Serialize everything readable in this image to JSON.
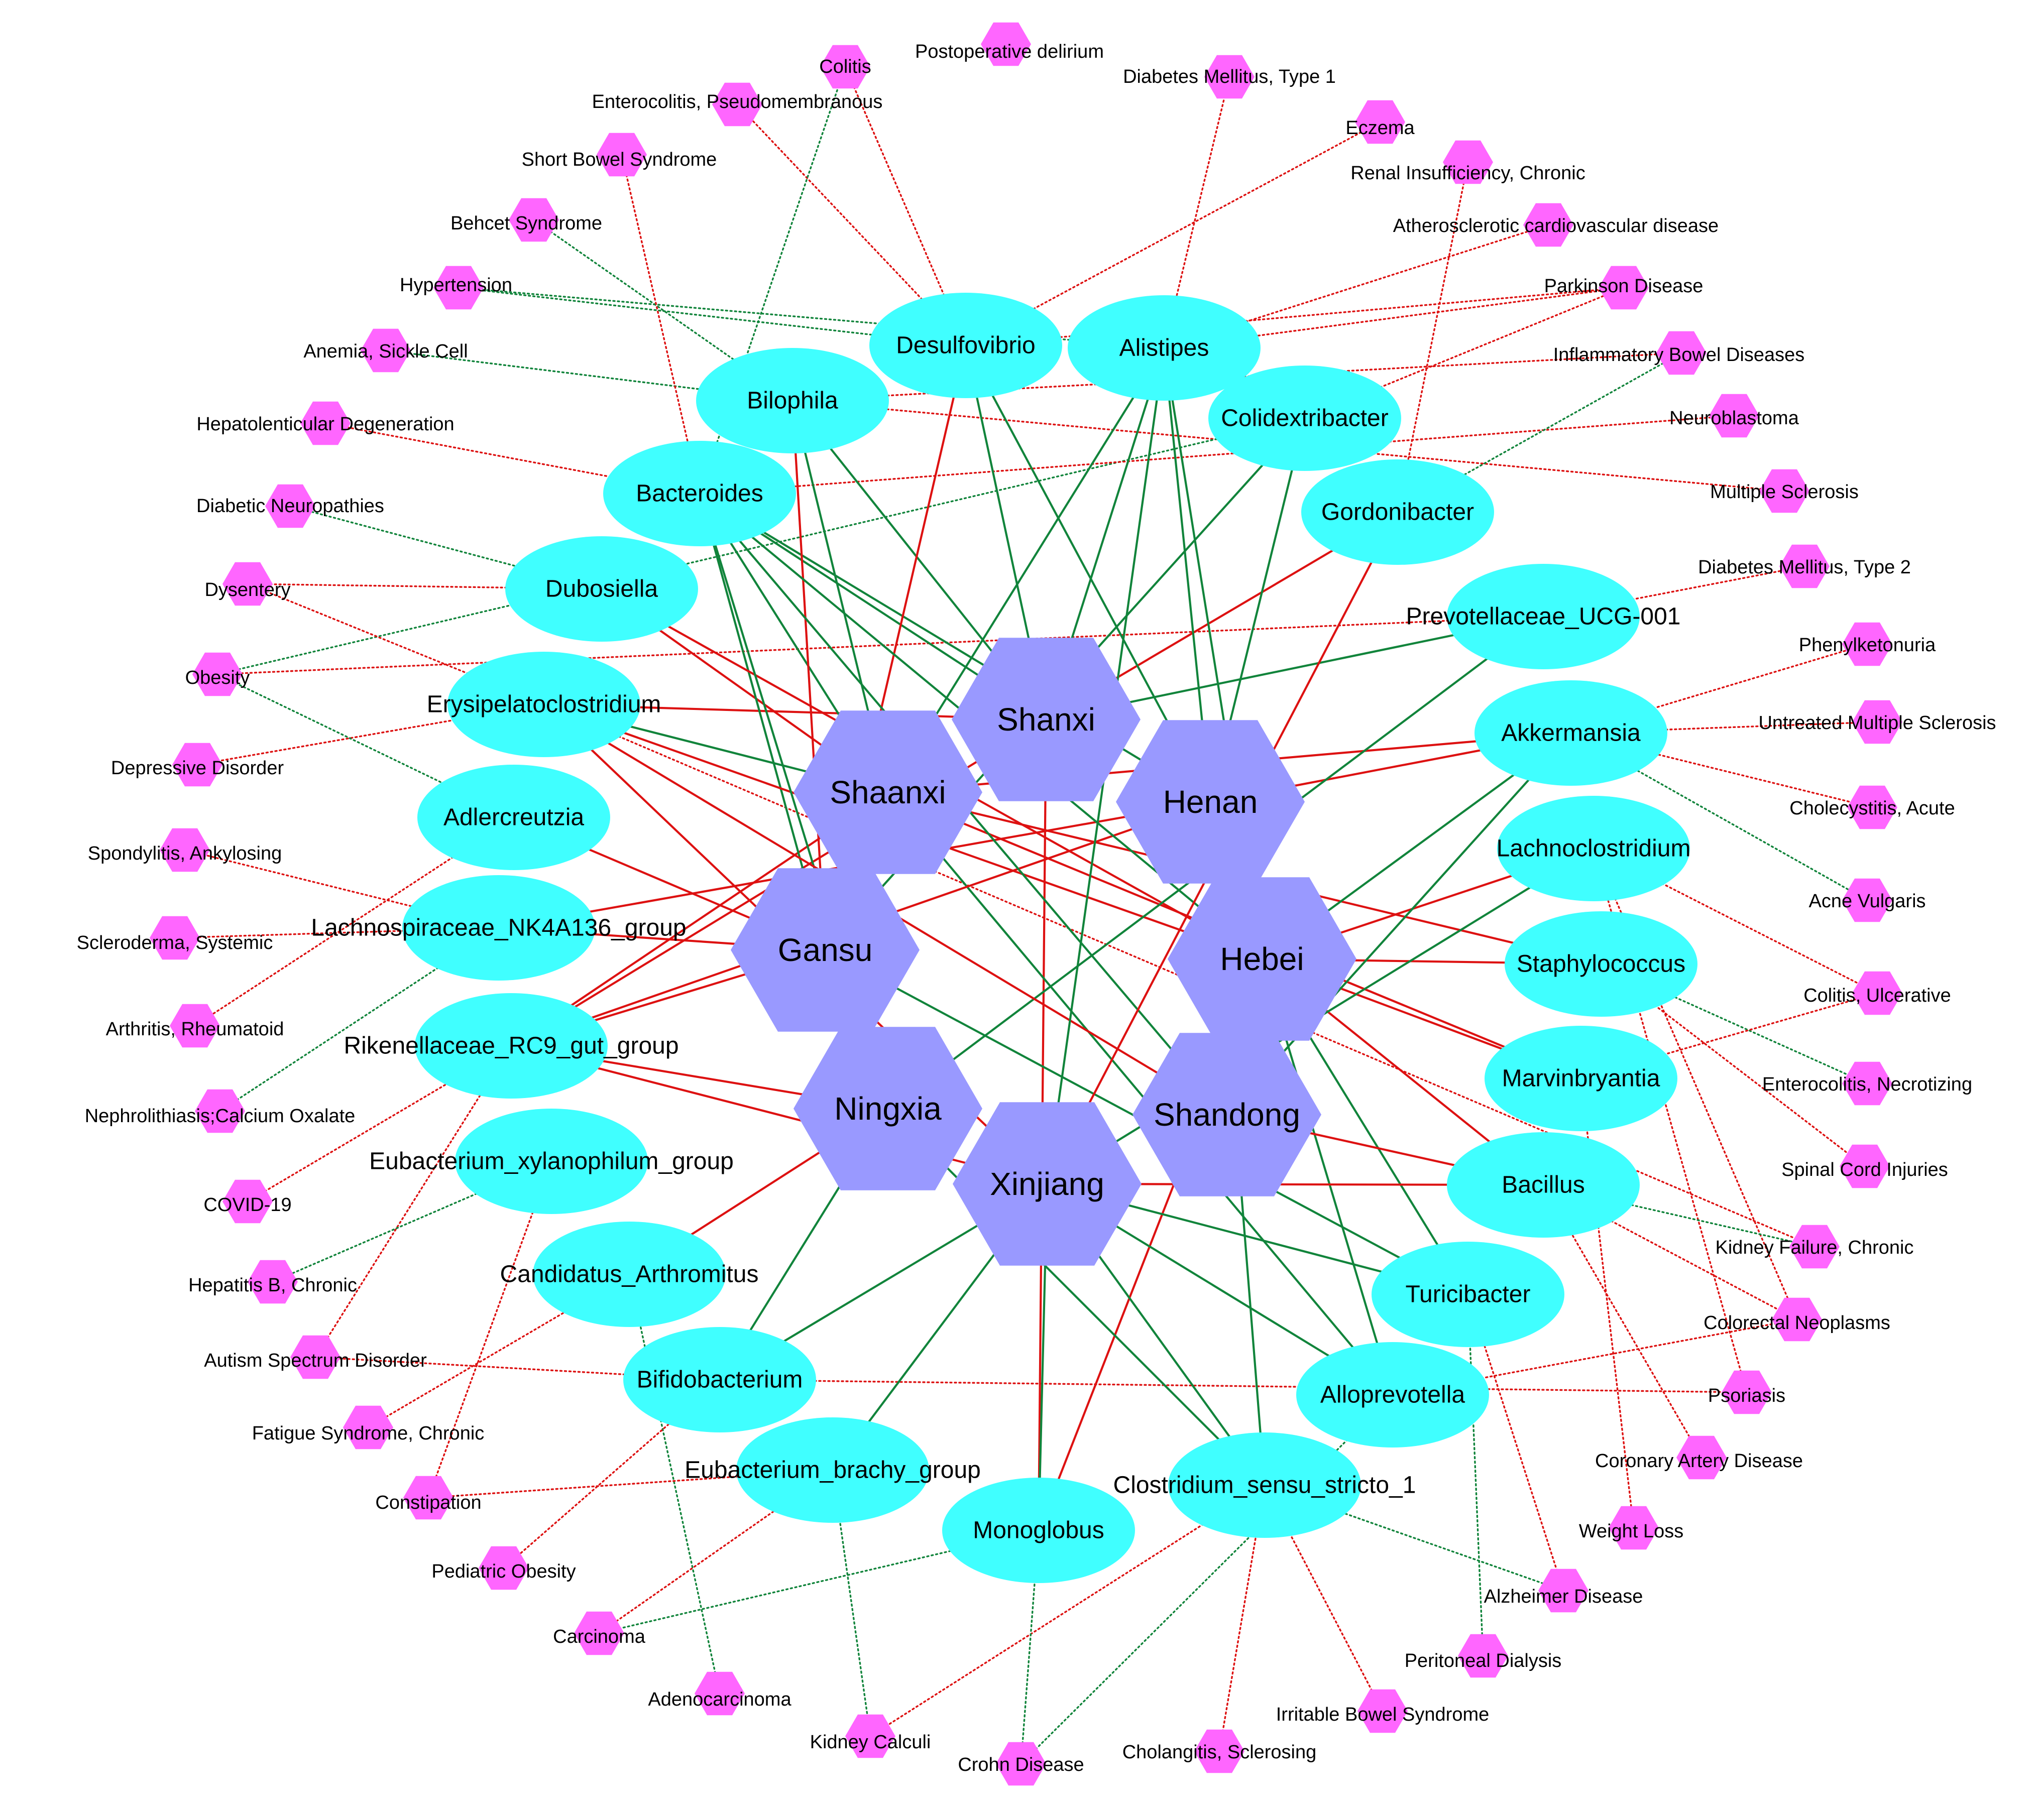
{
  "colors": {
    "province": "#9999ff",
    "genus": "#40ffff",
    "disease": "#ff66ff",
    "positive": "#dd1111",
    "negative": "#11843b"
  },
  "provinces": [
    "Shanxi",
    "Shaanxi",
    "Henan",
    "Gansu",
    "Hebei",
    "Ningxia",
    "Shandong",
    "Xinjiang"
  ],
  "genera": [
    "Desulfovibrio",
    "Alistipes",
    "Bilophila",
    "Colidextribacter",
    "Bacteroides",
    "Gordonibacter",
    "Dubosiella",
    "Prevotellaceae_UCG-001",
    "Erysipelatoclostridium",
    "Akkermansia",
    "Adlercreutzia",
    "Lachnoclostridium",
    "Lachnospiraceae_NK4A136_group",
    "Staphylococcus",
    "Rikenellaceae_RC9_gut_group",
    "Marvinbryantia",
    "Eubacterium_xylanophilum_group",
    "Bacillus",
    "Candidatus_Arthromitus",
    "Turicibacter",
    "Bifidobacterium",
    "Alloprevotella",
    "Eubacterium_brachy_group",
    "Clostridium_sensu_stricto_1",
    "Monoglobus"
  ],
  "diseases": [
    "Colitis",
    "Postoperative delirium",
    "Enterocolitis, Pseudomembranous",
    "Diabetes Mellitus, Type 1",
    "Short Bowel Syndrome",
    "Eczema",
    "Renal Insufficiency, Chronic",
    "Behcet Syndrome",
    "Atherosclerotic cardiovascular disease",
    "Hypertension",
    "Parkinson Disease",
    "Anemia, Sickle Cell",
    "Inflammatory Bowel Diseases",
    "Hepatolenticular Degeneration",
    "Neuroblastoma",
    "Multiple Sclerosis",
    "Diabetic Neuropathies",
    "Dysentery",
    "Diabetes Mellitus, Type 2",
    "Obesity",
    "Phenylketonuria",
    "Untreated Multiple Sclerosis",
    "Depressive Disorder",
    "Cholecystitis, Acute",
    "Spondylitis, Ankylosing",
    "Acne Vulgaris",
    "Scleroderma, Systemic",
    "Colitis, Ulcerative",
    "Arthritis, Rheumatoid",
    "Enterocolitis, Necrotizing",
    "Nephrolithiasis;Calcium Oxalate",
    "Spinal Cord Injuries",
    "COVID-19",
    "Kidney Failure, Chronic",
    "Hepatitis B, Chronic",
    "Colorectal Neoplasms",
    "Autism Spectrum Disorder",
    "Psoriasis",
    "Fatigue Syndrome, Chronic",
    "Coronary Artery Disease",
    "Constipation",
    "Weight Loss",
    "Pediatric Obesity",
    "Alzheimer Disease",
    "Carcinoma",
    "Peritoneal Dialysis",
    "Adenocarcinoma",
    "Irritable Bowel Syndrome",
    "Kidney Calculi",
    "Crohn Disease",
    "Cholangitis, Sclerosing"
  ],
  "province_links": [
    {
      "province": "Shanxi",
      "genus": "Desulfovibrio",
      "sign": "neg"
    },
    {
      "province": "Shanxi",
      "genus": "Alistipes",
      "sign": "neg"
    },
    {
      "province": "Shanxi",
      "genus": "Bilophila",
      "sign": "neg"
    },
    {
      "province": "Shanxi",
      "genus": "Bacteroides",
      "sign": "neg"
    },
    {
      "province": "Shanxi",
      "genus": "Gordonibacter",
      "sign": "pos"
    },
    {
      "province": "Shanxi",
      "genus": "Prevotellaceae_UCG-001",
      "sign": "neg"
    },
    {
      "province": "Shanxi",
      "genus": "Erysipelatoclostridium",
      "sign": "pos"
    },
    {
      "province": "Shanxi",
      "genus": "Rikenellaceae_RC9_gut_group",
      "sign": "pos"
    },
    {
      "province": "Shanxi",
      "genus": "Monoglobus",
      "sign": "pos"
    },
    {
      "province": "Shaanxi",
      "genus": "Bacteroides",
      "sign": "neg"
    },
    {
      "province": "Shaanxi",
      "genus": "Bilophila",
      "sign": "neg"
    },
    {
      "province": "Shaanxi",
      "genus": "Dubosiella",
      "sign": "pos"
    },
    {
      "province": "Shaanxi",
      "genus": "Alistipes",
      "sign": "neg"
    },
    {
      "province": "Shaanxi",
      "genus": "Erysipelatoclostridium",
      "sign": "neg"
    },
    {
      "province": "Shaanxi",
      "genus": "Akkermansia",
      "sign": "pos"
    },
    {
      "province": "Shaanxi",
      "genus": "Staphylococcus",
      "sign": "pos"
    },
    {
      "province": "Shaanxi",
      "genus": "Marvinbryantia",
      "sign": "pos"
    },
    {
      "province": "Shaanxi",
      "genus": "Rikenellaceae_RC9_gut_group",
      "sign": "pos"
    },
    {
      "province": "Shaanxi",
      "genus": "Alloprevotella",
      "sign": "neg"
    },
    {
      "province": "Henan",
      "genus": "Alistipes",
      "sign": "neg"
    },
    {
      "province": "Henan",
      "genus": "Colidextribacter",
      "sign": "neg"
    },
    {
      "province": "Henan",
      "genus": "Desulfovibrio",
      "sign": "neg"
    },
    {
      "province": "Henan",
      "genus": "Bacteroides",
      "sign": "neg"
    },
    {
      "province": "Henan",
      "genus": "Akkermansia",
      "sign": "pos"
    },
    {
      "province": "Henan",
      "genus": "Lachnospiraceae_NK4A136_group",
      "sign": "pos"
    },
    {
      "province": "Henan",
      "genus": "Rikenellaceae_RC9_gut_group",
      "sign": "pos"
    },
    {
      "province": "Henan",
      "genus": "Clostridium_sensu_stricto_1",
      "sign": "neg"
    },
    {
      "province": "Gansu",
      "genus": "Desulfovibrio",
      "sign": "pos"
    },
    {
      "province": "Gansu",
      "genus": "Bilophila",
      "sign": "pos"
    },
    {
      "province": "Gansu",
      "genus": "Bacteroides",
      "sign": "neg"
    },
    {
      "province": "Gansu",
      "genus": "Colidextribacter",
      "sign": "neg"
    },
    {
      "province": "Gansu",
      "genus": "Lachnospiraceae_NK4A136_group",
      "sign": "pos"
    },
    {
      "province": "Gansu",
      "genus": "Rikenellaceae_RC9_gut_group",
      "sign": "pos"
    },
    {
      "province": "Gansu",
      "genus": "Adlercreutzia",
      "sign": "pos"
    },
    {
      "province": "Gansu",
      "genus": "Turicibacter",
      "sign": "neg"
    },
    {
      "province": "Hebei",
      "genus": "Alistipes",
      "sign": "neg"
    },
    {
      "province": "Hebei",
      "genus": "Bacteroides",
      "sign": "neg"
    },
    {
      "province": "Hebei",
      "genus": "Dubosiella",
      "sign": "pos"
    },
    {
      "province": "Hebei",
      "genus": "Lachnoclostridium",
      "sign": "pos"
    },
    {
      "province": "Hebei",
      "genus": "Staphylococcus",
      "sign": "pos"
    },
    {
      "province": "Hebei",
      "genus": "Marvinbryantia",
      "sign": "pos"
    },
    {
      "province": "Hebei",
      "genus": "Bacillus",
      "sign": "pos"
    },
    {
      "province": "Hebei",
      "genus": "Alloprevotella",
      "sign": "neg"
    },
    {
      "province": "Hebei",
      "genus": "Turicibacter",
      "sign": "neg"
    },
    {
      "province": "Hebei",
      "genus": "Akkermansia",
      "sign": "neg"
    },
    {
      "province": "Hebei",
      "genus": "Erysipelatoclostridium",
      "sign": "pos"
    },
    {
      "province": "Hebei",
      "genus": "Monoglobus",
      "sign": "pos"
    },
    {
      "province": "Ningxia",
      "genus": "Rikenellaceae_RC9_gut_group",
      "sign": "pos"
    },
    {
      "province": "Ningxia",
      "genus": "Candidatus_Arthromitus",
      "sign": "pos"
    },
    {
      "province": "Ningxia",
      "genus": "Bifidobacterium",
      "sign": "neg"
    },
    {
      "province": "Ningxia",
      "genus": "Bacteroides",
      "sign": "neg"
    },
    {
      "province": "Ningxia",
      "genus": "Prevotellaceae_UCG-001",
      "sign": "neg"
    },
    {
      "province": "Ningxia",
      "genus": "Clostridium_sensu_stricto_1",
      "sign": "neg"
    },
    {
      "province": "Shandong",
      "genus": "Bacillus",
      "sign": "pos"
    },
    {
      "province": "Shandong",
      "genus": "Bacteroides",
      "sign": "neg"
    },
    {
      "province": "Shandong",
      "genus": "Akkermansia",
      "sign": "neg"
    },
    {
      "province": "Shandong",
      "genus": "Erysipelatoclostridium",
      "sign": "pos"
    },
    {
      "province": "Xinjiang",
      "genus": "Alistipes",
      "sign": "neg"
    },
    {
      "province": "Xinjiang",
      "genus": "Gordonibacter",
      "sign": "pos"
    },
    {
      "province": "Xinjiang",
      "genus": "Erysipelatoclostridium",
      "sign": "pos"
    },
    {
      "province": "Xinjiang",
      "genus": "Rikenellaceae_RC9_gut_group",
      "sign": "pos"
    },
    {
      "province": "Xinjiang",
      "genus": "Bacillus",
      "sign": "pos"
    },
    {
      "province": "Xinjiang",
      "genus": "Turicibacter",
      "sign": "neg"
    },
    {
      "province": "Xinjiang",
      "genus": "Clostridium_sensu_stricto_1",
      "sign": "neg"
    },
    {
      "province": "Xinjiang",
      "genus": "Monoglobus",
      "sign": "neg"
    },
    {
      "province": "Xinjiang",
      "genus": "Eubacterium_brachy_group",
      "sign": "neg"
    },
    {
      "province": "Xinjiang",
      "genus": "Bifidobacterium",
      "sign": "neg"
    },
    {
      "province": "Xinjiang",
      "genus": "Lachnoclostridium",
      "sign": "neg"
    },
    {
      "province": "Xinjiang",
      "genus": "Alloprevotella",
      "sign": "neg"
    }
  ],
  "disease_links": [
    {
      "genus": "Desulfovibrio",
      "disease": "Colitis",
      "sign": "pos"
    },
    {
      "genus": "Desulfovibrio",
      "disease": "Enterocolitis, Pseudomembranous",
      "sign": "pos"
    },
    {
      "genus": "Desulfovibrio",
      "disease": "Eczema",
      "sign": "pos"
    },
    {
      "genus": "Desulfovibrio",
      "disease": "Hypertension",
      "sign": "neg"
    },
    {
      "genus": "Desulfovibrio",
      "disease": "Parkinson Disease",
      "sign": "pos"
    },
    {
      "genus": "Alistipes",
      "disease": "Diabetes Mellitus, Type 1",
      "sign": "pos"
    },
    {
      "genus": "Alistipes",
      "disease": "Atherosclerotic cardiovascular disease",
      "sign": "pos"
    },
    {
      "genus": "Alistipes",
      "disease": "Parkinson Disease",
      "sign": "pos"
    },
    {
      "genus": "Alistipes",
      "disease": "Hypertension",
      "sign": "neg"
    },
    {
      "genus": "Bilophila",
      "disease": "Behcet Syndrome",
      "sign": "neg"
    },
    {
      "genus": "Bilophila",
      "disease": "Anemia, Sickle Cell",
      "sign": "neg"
    },
    {
      "genus": "Bilophila",
      "disease": "Multiple Sclerosis",
      "sign": "pos"
    },
    {
      "genus": "Bilophila",
      "disease": "Inflammatory Bowel Diseases",
      "sign": "pos"
    },
    {
      "genus": "Colidextribacter",
      "disease": "Parkinson Disease",
      "sign": "pos"
    },
    {
      "genus": "Colidextribacter",
      "disease": "Obesity",
      "sign": "neg"
    },
    {
      "genus": "Bacteroides",
      "disease": "Hepatolenticular Degeneration",
      "sign": "pos"
    },
    {
      "genus": "Bacteroides",
      "disease": "Short Bowel Syndrome",
      "sign": "pos"
    },
    {
      "genus": "Bacteroides",
      "disease": "Neuroblastoma",
      "sign": "pos"
    },
    {
      "genus": "Bacteroides",
      "disease": "Colitis",
      "sign": "neg"
    },
    {
      "genus": "Gordonibacter",
      "disease": "Inflammatory Bowel Diseases",
      "sign": "neg"
    },
    {
      "genus": "Gordonibacter",
      "disease": "Renal Insufficiency, Chronic",
      "sign": "pos"
    },
    {
      "genus": "Dubosiella",
      "disease": "Diabetic Neuropathies",
      "sign": "neg"
    },
    {
      "genus": "Dubosiella",
      "disease": "Dysentery",
      "sign": "pos"
    },
    {
      "genus": "Prevotellaceae_UCG-001",
      "disease": "Diabetes Mellitus, Type 2",
      "sign": "pos"
    },
    {
      "genus": "Prevotellaceae_UCG-001",
      "disease": "Obesity",
      "sign": "pos"
    },
    {
      "genus": "Erysipelatoclostridium",
      "disease": "Dysentery",
      "sign": "pos"
    },
    {
      "genus": "Erysipelatoclostridium",
      "disease": "Depressive Disorder",
      "sign": "pos"
    },
    {
      "genus": "Erysipelatoclostridium",
      "disease": "Kidney Failure, Chronic",
      "sign": "pos"
    },
    {
      "genus": "Akkermansia",
      "disease": "Phenylketonuria",
      "sign": "pos"
    },
    {
      "genus": "Akkermansia",
      "disease": "Untreated Multiple Sclerosis",
      "sign": "pos"
    },
    {
      "genus": "Akkermansia",
      "disease": "Acne Vulgaris",
      "sign": "neg"
    },
    {
      "genus": "Akkermansia",
      "disease": "Cholecystitis, Acute",
      "sign": "pos"
    },
    {
      "genus": "Adlercreutzia",
      "disease": "Arthritis, Rheumatoid",
      "sign": "pos"
    },
    {
      "genus": "Adlercreutzia",
      "disease": "Obesity",
      "sign": "neg"
    },
    {
      "genus": "Lachnoclostridium",
      "disease": "Colitis, Ulcerative",
      "sign": "pos"
    },
    {
      "genus": "Lachnoclostridium",
      "disease": "Colorectal Neoplasms",
      "sign": "pos"
    },
    {
      "genus": "Lachnoclostridium",
      "disease": "Psoriasis",
      "sign": "pos"
    },
    {
      "genus": "Lachnospiraceae_NK4A136_group",
      "disease": "Scleroderma, Systemic",
      "sign": "pos"
    },
    {
      "genus": "Lachnospiraceae_NK4A136_group",
      "disease": "Nephrolithiasis;Calcium Oxalate",
      "sign": "neg"
    },
    {
      "genus": "Lachnospiraceae_NK4A136_group",
      "disease": "Spondylitis, Ankylosing",
      "sign": "pos"
    },
    {
      "genus": "Staphylococcus",
      "disease": "Enterocolitis, Necrotizing",
      "sign": "neg"
    },
    {
      "genus": "Staphylococcus",
      "disease": "Spinal Cord Injuries",
      "sign": "pos"
    },
    {
      "genus": "Rikenellaceae_RC9_gut_group",
      "disease": "COVID-19",
      "sign": "pos"
    },
    {
      "genus": "Rikenellaceae_RC9_gut_group",
      "disease": "Autism Spectrum Disorder",
      "sign": "pos"
    },
    {
      "genus": "Marvinbryantia",
      "disease": "Colitis, Ulcerative",
      "sign": "pos"
    },
    {
      "genus": "Marvinbryantia",
      "disease": "Weight Loss",
      "sign": "pos"
    },
    {
      "genus": "Eubacterium_xylanophilum_group",
      "disease": "Hepatitis B, Chronic",
      "sign": "neg"
    },
    {
      "genus": "Eubacterium_xylanophilum_group",
      "disease": "Constipation",
      "sign": "pos"
    },
    {
      "genus": "Bacillus",
      "disease": "Colorectal Neoplasms",
      "sign": "pos"
    },
    {
      "genus": "Bacillus",
      "disease": "Kidney Failure, Chronic",
      "sign": "neg"
    },
    {
      "genus": "Bacillus",
      "disease": "Coronary Artery Disease",
      "sign": "pos"
    },
    {
      "genus": "Candidatus_Arthromitus",
      "disease": "Fatigue Syndrome, Chronic",
      "sign": "pos"
    },
    {
      "genus": "Candidatus_Arthromitus",
      "disease": "Adenocarcinoma",
      "sign": "neg"
    },
    {
      "genus": "Turicibacter",
      "disease": "Alzheimer Disease",
      "sign": "pos"
    },
    {
      "genus": "Turicibacter",
      "disease": "Peritoneal Dialysis",
      "sign": "neg"
    },
    {
      "genus": "Bifidobacterium",
      "disease": "Autism Spectrum Disorder",
      "sign": "pos"
    },
    {
      "genus": "Bifidobacterium",
      "disease": "Pediatric Obesity",
      "sign": "pos"
    },
    {
      "genus": "Bifidobacterium",
      "disease": "Psoriasis",
      "sign": "pos"
    },
    {
      "genus": "Alloprevotella",
      "disease": "Colorectal Neoplasms",
      "sign": "pos"
    },
    {
      "genus": "Alloprevotella",
      "disease": "Crohn Disease",
      "sign": "neg"
    },
    {
      "genus": "Eubacterium_brachy_group",
      "disease": "Carcinoma",
      "sign": "pos"
    },
    {
      "genus": "Eubacterium_brachy_group",
      "disease": "Kidney Calculi",
      "sign": "neg"
    },
    {
      "genus": "Eubacterium_brachy_group",
      "disease": "Constipation",
      "sign": "pos"
    },
    {
      "genus": "Clostridium_sensu_stricto_1",
      "disease": "Irritable Bowel Syndrome",
      "sign": "pos"
    },
    {
      "genus": "Clostridium_sensu_stricto_1",
      "disease": "Cholangitis, Sclerosing",
      "sign": "pos"
    },
    {
      "genus": "Clostridium_sensu_stricto_1",
      "disease": "Alzheimer Disease",
      "sign": "neg"
    },
    {
      "genus": "Clostridium_sensu_stricto_1",
      "disease": "Kidney Calculi",
      "sign": "pos"
    },
    {
      "genus": "Monoglobus",
      "disease": "Crohn Disease",
      "sign": "neg"
    },
    {
      "genus": "Monoglobus",
      "disease": "Carcinoma",
      "sign": "neg"
    }
  ]
}
